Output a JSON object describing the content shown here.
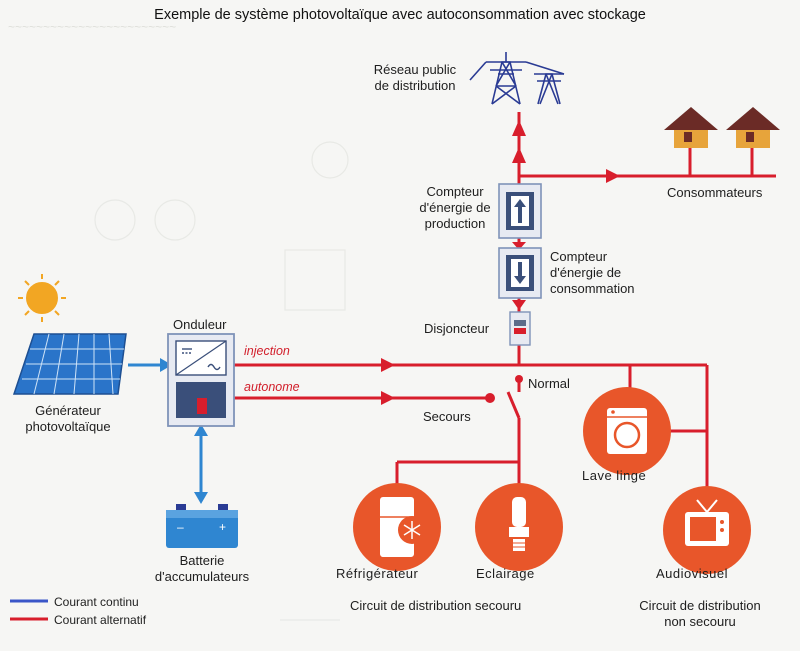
{
  "title": "Exemple de système photovoltaïque avec autoconsommation avec stockage",
  "labels": {
    "grid": [
      "Réseau public",
      "de distribution"
    ],
    "consumers": "Consommateurs",
    "production_meter": [
      "Compteur",
      "d'énergie de",
      "production"
    ],
    "consumption_meter": [
      "Compteur",
      "d'énergie de",
      "consommation"
    ],
    "breaker": "Disjoncteur",
    "inverter": "Onduleur",
    "injection": "injection",
    "autonomous": "autonome",
    "pv_generator": [
      "Générateur",
      "photovoltaïque"
    ],
    "battery": [
      "Batterie",
      "d'accumulateurs"
    ],
    "normal": "Normal",
    "backup": "Secours",
    "washing_machine": "Lave linge",
    "fridge": "Réfrigérateur",
    "lighting": "Eclairage",
    "audiovisual": "Audiovisuel",
    "backup_circuit": "Circuit de distribution secouru",
    "nonbackup_circuit": [
      "Circuit de distribution",
      "non secouru"
    ]
  },
  "legend": {
    "dc": "Courant continu",
    "ac": "Courant alternatif"
  },
  "colors": {
    "ac_line": "#d81e2c",
    "dc_line": "#2f86d1",
    "legend_dc": "#3a56c8",
    "appliance": "#e8562a",
    "house_roof": "#6b2b26",
    "house_wall": "#e7a43b",
    "sun": "#f2a623",
    "panel": "#2a74c9",
    "pylon": "#2a3b94",
    "box_border": "#7f93b8",
    "box_fill": "#e7eaf2"
  },
  "icons": [
    "pylon-icon",
    "house-icon",
    "sun-icon",
    "solar-panel-icon",
    "battery-icon",
    "inverter-icon",
    "meter-up-icon",
    "meter-down-icon",
    "breaker-icon",
    "washing-machine-icon",
    "fridge-icon",
    "bulb-icon",
    "tv-icon"
  ]
}
